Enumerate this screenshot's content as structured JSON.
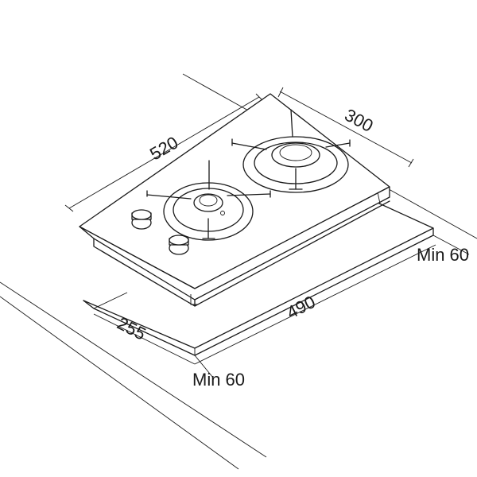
{
  "dimensions": {
    "width_top": "520",
    "depth_top": "300",
    "cutout_length": "490",
    "cutout_width": "255",
    "min_clearance_right": "Min 60",
    "min_clearance_front": "Min 60"
  }
}
